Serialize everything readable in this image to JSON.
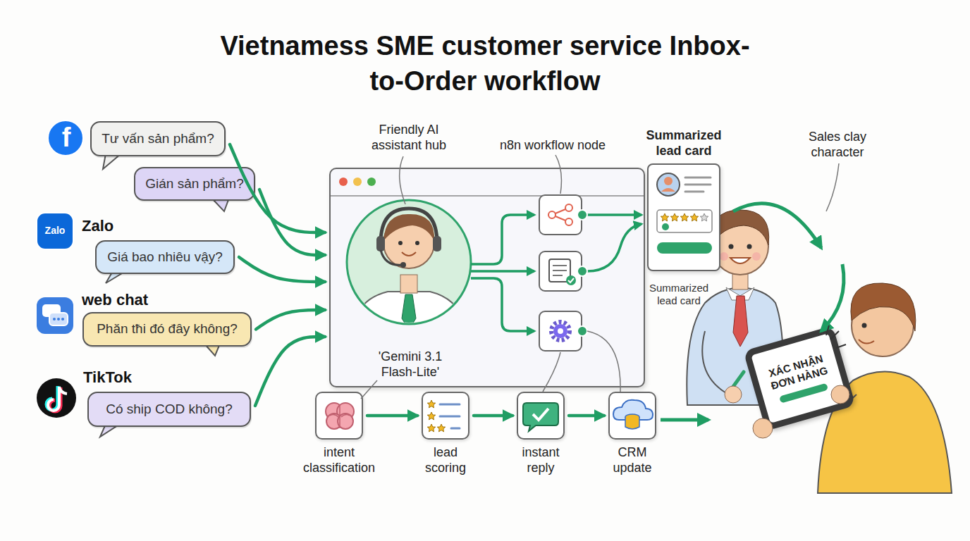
{
  "diagram": {
    "title": "Vietnamess SME customer service Inbox-to-Order workflow",
    "nodes": [
      {
        "text": [
          "Tư vấn sản phẩm?"
        ]
      },
      {
        "text": [
          "Gián sản phẩm?"
        ]
      },
      {
        "text": [
          "Giá bao nhiêu vậy?"
        ]
      },
      {
        "text": [
          "Phăn tħi đó đây không?"
        ]
      },
      {
        "text": [
          "Có ship COD không?"
        ]
      },
      {
        "text": [
          "'Gemini 3.1 Flash-Lite'"
        ]
      },
      {
        "text": [
          "Summarized lead card",
          "Summarized lead card"
        ]
      },
      {
        "text": [
          "intent classification"
        ]
      },
      {
        "text": [
          "lead scoring"
        ]
      },
      {
        "text": [
          "instant reply"
        ]
      },
      {
        "text": [
          "CRM update"
        ]
      },
      {
        "text": [
          "XÁC NHẬN ĐƠN HÀNG"
        ]
      }
    ],
    "edges": [
      {
        "from": 0,
        "to": 5,
        "arrow": "to"
      },
      {
        "from": 1,
        "to": 5,
        "arrow": "to"
      },
      {
        "from": 2,
        "to": 5,
        "arrow": "to"
      },
      {
        "from": 3,
        "to": 5,
        "arrow": "to"
      },
      {
        "from": 4,
        "to": 5,
        "arrow": "to"
      },
      {
        "from": 7,
        "to": 8,
        "arrow": "to"
      },
      {
        "from": 8,
        "to": 9,
        "arrow": "to"
      },
      {
        "from": 9,
        "to": 10,
        "arrow": "to"
      }
    ],
    "labels": [
      "Friendly AI assistant hub",
      "n8n workflow node",
      "Sales clay character",
      "f",
      "Zalo",
      "Zalo",
      "web chat",
      "TikTok"
    ]
  }
}
